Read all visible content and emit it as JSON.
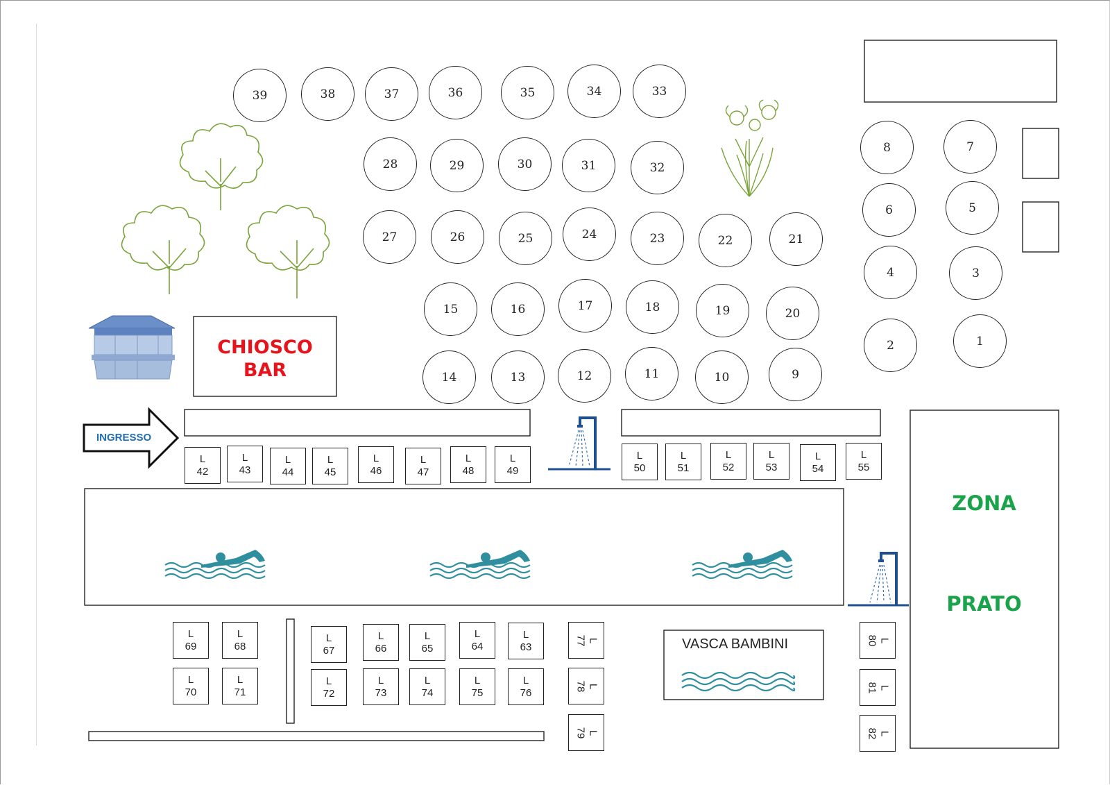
{
  "title_labels": {
    "chiosco_line1": "CHIOSCO",
    "chiosco_line2": "BAR",
    "ingresso": "INGRESSO",
    "zona_line1": "ZONA",
    "zona_line2": "PRATO",
    "vasca_bambini": "VASCA BAMBINI"
  },
  "colors": {
    "chiosco_text": "#e8141b",
    "zona_text": "#1aa34a",
    "ingresso_text": "#1f6eb8",
    "water": "#2f8f9f",
    "shower": "#1f4f8f",
    "tree": "#7aa33a"
  },
  "icons": [
    "tree-icon",
    "kiosk-icon",
    "flower-icon",
    "shower-icon",
    "swimmer-icon",
    "water-waves-icon",
    "arrow-icon"
  ],
  "umbrellas": [
    {
      "n": "39"
    },
    {
      "n": "38"
    },
    {
      "n": "37"
    },
    {
      "n": "36"
    },
    {
      "n": "35"
    },
    {
      "n": "34"
    },
    {
      "n": "33"
    },
    {
      "n": "28"
    },
    {
      "n": "29"
    },
    {
      "n": "30"
    },
    {
      "n": "31"
    },
    {
      "n": "32"
    },
    {
      "n": "27"
    },
    {
      "n": "26"
    },
    {
      "n": "25"
    },
    {
      "n": "24"
    },
    {
      "n": "23"
    },
    {
      "n": "22"
    },
    {
      "n": "21"
    },
    {
      "n": "15"
    },
    {
      "n": "16"
    },
    {
      "n": "17"
    },
    {
      "n": "18"
    },
    {
      "n": "19"
    },
    {
      "n": "20"
    },
    {
      "n": "14"
    },
    {
      "n": "13"
    },
    {
      "n": "12"
    },
    {
      "n": "11"
    },
    {
      "n": "10"
    },
    {
      "n": "9"
    },
    {
      "n": "8"
    },
    {
      "n": "7"
    },
    {
      "n": "6"
    },
    {
      "n": "5"
    },
    {
      "n": "4"
    },
    {
      "n": "3"
    },
    {
      "n": "2"
    },
    {
      "n": "1"
    }
  ],
  "lettino_letter": "L",
  "lettini": [
    {
      "n": "42"
    },
    {
      "n": "43"
    },
    {
      "n": "44"
    },
    {
      "n": "45"
    },
    {
      "n": "46"
    },
    {
      "n": "47"
    },
    {
      "n": "48"
    },
    {
      "n": "49"
    },
    {
      "n": "50"
    },
    {
      "n": "51"
    },
    {
      "n": "52"
    },
    {
      "n": "53"
    },
    {
      "n": "54"
    },
    {
      "n": "55"
    },
    {
      "n": "69"
    },
    {
      "n": "68"
    },
    {
      "n": "67"
    },
    {
      "n": "66"
    },
    {
      "n": "65"
    },
    {
      "n": "64"
    },
    {
      "n": "63"
    },
    {
      "n": "70"
    },
    {
      "n": "71"
    },
    {
      "n": "72"
    },
    {
      "n": "73"
    },
    {
      "n": "74"
    },
    {
      "n": "75"
    },
    {
      "n": "76"
    },
    {
      "n": "77"
    },
    {
      "n": "78"
    },
    {
      "n": "79"
    },
    {
      "n": "80"
    },
    {
      "n": "81"
    },
    {
      "n": "82"
    }
  ]
}
